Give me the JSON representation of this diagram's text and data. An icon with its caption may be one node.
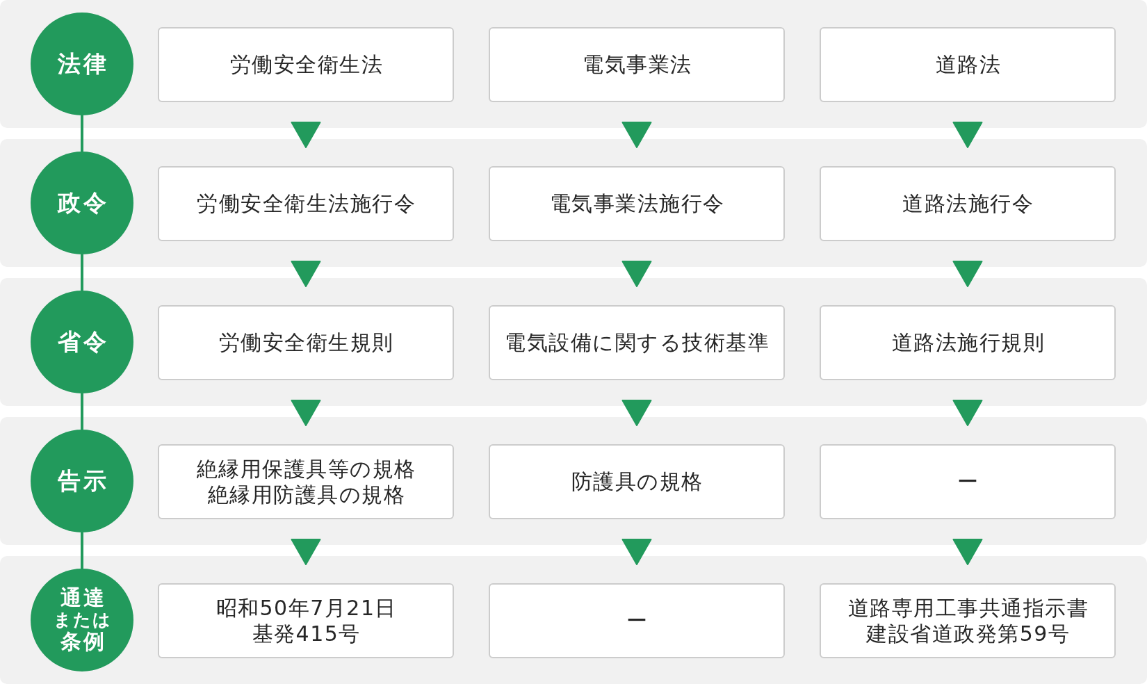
{
  "diagram": {
    "nodes": [
      {
        "text": [],
        "shape": "band"
      },
      {
        "text": [
          "法律"
        ],
        "in": 0
      },
      {
        "text": [
          "労働安全衛生法"
        ],
        "in": 0
      },
      {
        "text": [
          "電気事業法"
        ],
        "in": 0
      },
      {
        "text": [
          "道路法"
        ],
        "in": 0
      },
      {
        "text": [],
        "shape": "band"
      },
      {
        "text": [
          "政令"
        ],
        "in": 5
      },
      {
        "text": [
          "労働安全衛生法施行令"
        ],
        "in": 5
      },
      {
        "text": [
          "電気事業法施行令"
        ],
        "in": 5
      },
      {
        "text": [
          "道路法施行令"
        ],
        "in": 5
      },
      {
        "text": [],
        "shape": "band"
      },
      {
        "text": [
          "省令"
        ],
        "in": 10
      },
      {
        "text": [
          "労働安全衛生規則"
        ],
        "in": 10
      },
      {
        "text": [
          "電気設備に関する技術基準"
        ],
        "in": 10
      },
      {
        "text": [
          "道路法施行規則"
        ],
        "in": 10
      },
      {
        "text": [],
        "shape": "band"
      },
      {
        "text": [
          "告示"
        ],
        "in": 15
      },
      {
        "text": [
          "絶縁用保護具等の規格",
          "絶縁用防護具の規格"
        ],
        "in": 15
      },
      {
        "text": [
          "防護具の規格"
        ],
        "in": 15
      },
      {
        "text": [
          "ー"
        ],
        "in": 15
      },
      {
        "text": [],
        "shape": "band"
      },
      {
        "text": [
          "通達",
          "または",
          "条例"
        ],
        "in": 20
      },
      {
        "text": [
          "昭和50年7月21日",
          "基発415号"
        ],
        "in": 20
      },
      {
        "text": [
          "ー"
        ],
        "in": 20
      },
      {
        "text": [
          "道路専用工事共通指示書",
          "建設省道政発第59号"
        ],
        "in": 20
      }
    ],
    "edges": [
      {
        "from": 1,
        "to": 6,
        "arrow": "none"
      },
      {
        "from": 2,
        "to": 7,
        "arrow": "to"
      },
      {
        "from": 3,
        "to": 8,
        "arrow": "to"
      },
      {
        "from": 4,
        "to": 9,
        "arrow": "to"
      },
      {
        "from": 6,
        "to": 11,
        "arrow": "none"
      },
      {
        "from": 7,
        "to": 12,
        "arrow": "to"
      },
      {
        "from": 8,
        "to": 13,
        "arrow": "to"
      },
      {
        "from": 9,
        "to": 14,
        "arrow": "to"
      },
      {
        "from": 11,
        "to": 16,
        "arrow": "none"
      },
      {
        "from": 12,
        "to": 17,
        "arrow": "to"
      },
      {
        "from": 13,
        "to": 18,
        "arrow": "to"
      },
      {
        "from": 14,
        "to": 19,
        "arrow": "to"
      },
      {
        "from": 16,
        "to": 21,
        "arrow": "none"
      },
      {
        "from": 17,
        "to": 22,
        "arrow": "to"
      },
      {
        "from": 18,
        "to": 23,
        "arrow": "to"
      },
      {
        "from": 19,
        "to": 24,
        "arrow": "to"
      }
    ]
  }
}
